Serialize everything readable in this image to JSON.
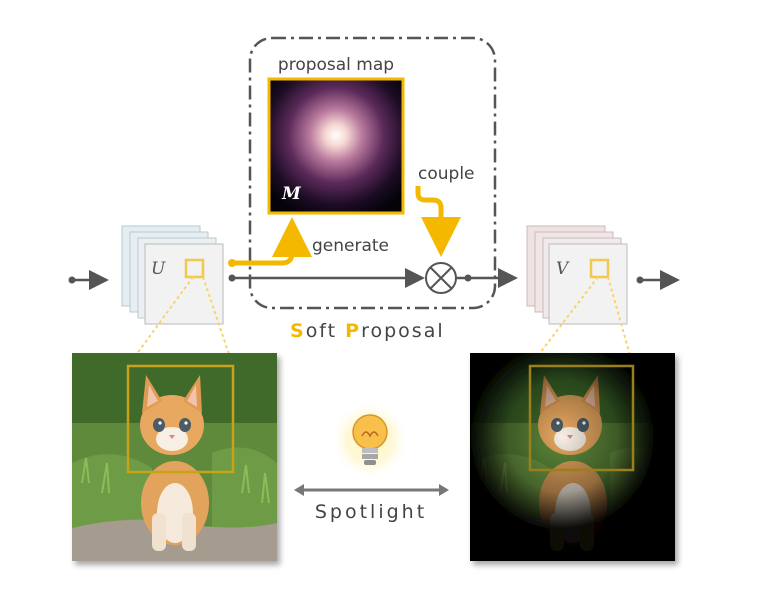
{
  "labels": {
    "proposal_map": "proposal map",
    "map_symbol": "M",
    "couple": "couple",
    "generate": "generate",
    "input_symbol": "U",
    "output_symbol": "V",
    "soft_initial": "S",
    "soft_rest": "oft ",
    "proposal_initial": "P",
    "proposal_rest": "roposal",
    "spotlight": "Spotlight"
  },
  "colors": {
    "accent": "#f5b800",
    "arrow_gray": "#555555",
    "dash_border": "#555555",
    "input_stack_tint": "#dbe8f0",
    "output_stack_tint": "#ecdcdc",
    "selection_box": "#c9a21a"
  },
  "icons": {
    "multiply": "circled-times-icon",
    "bulb": "lightbulb-icon",
    "input_image": "kitten-photo",
    "output_image": "kitten-spotlight-photo"
  }
}
